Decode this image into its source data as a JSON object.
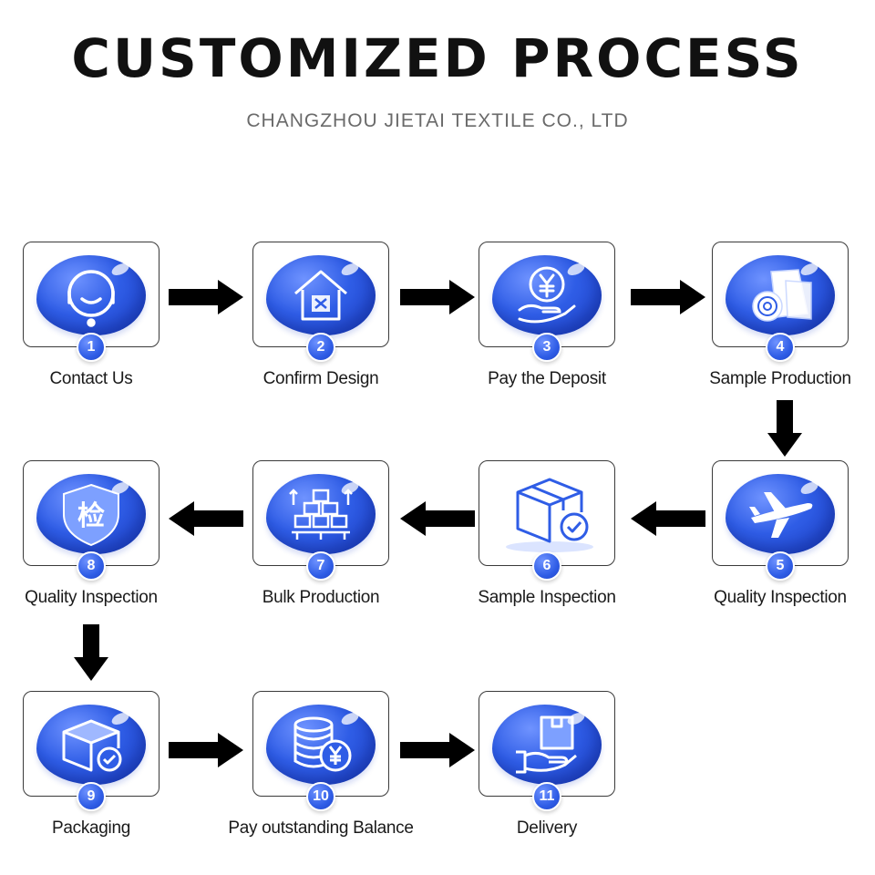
{
  "header": {
    "title": "CUSTOMIZED PROCESS",
    "subtitle": "CHANGZHOU JIETAI TEXTILE CO., LTD"
  },
  "steps": [
    {
      "number": "1",
      "label": "Contact Us",
      "icon": "headset-icon"
    },
    {
      "number": "2",
      "label": "Confirm Design",
      "icon": "house-design-icon"
    },
    {
      "number": "3",
      "label": "Pay the Deposit",
      "icon": "yen-coin-hand-icon"
    },
    {
      "number": "4",
      "label": "Sample Production",
      "icon": "fabric-roll-icon"
    },
    {
      "number": "5",
      "label": "Quality Inspection",
      "icon": "airplane-icon"
    },
    {
      "number": "6",
      "label": "Sample Inspection",
      "icon": "box-check-icon"
    },
    {
      "number": "7",
      "label": "Bulk Production",
      "icon": "stacked-boxes-icon"
    },
    {
      "number": "8",
      "label": "Quality Inspection",
      "icon": "inspection-shield-icon",
      "icon_text": "检"
    },
    {
      "number": "9",
      "label": "Packaging",
      "icon": "package-check-icon"
    },
    {
      "number": "10",
      "label": "Pay outstanding Balance",
      "icon": "coin-stack-yen-icon"
    },
    {
      "number": "11",
      "label": "Delivery",
      "icon": "hand-box-delivery-icon"
    }
  ],
  "colors": {
    "accent_blue": "#2f5de6",
    "arrow": "#000000",
    "title": "#111111",
    "subtitle": "#6a6a6a"
  }
}
